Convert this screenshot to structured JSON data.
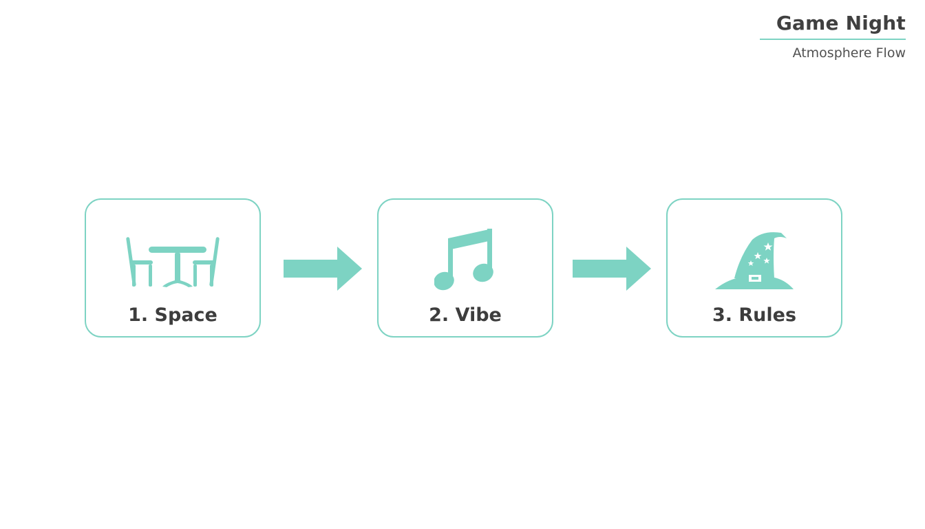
{
  "header": {
    "title": "Game Night",
    "subtitle": "Atmosphere Flow"
  },
  "steps": [
    {
      "label": "1. Space",
      "icon": "table-chairs-icon"
    },
    {
      "label": "2. Vibe",
      "icon": "music-note-icon"
    },
    {
      "label": "3. Rules",
      "icon": "wizard-hat-icon"
    }
  ],
  "colors": {
    "accent": "#7dd3c3",
    "text": "#3d3d3d"
  }
}
